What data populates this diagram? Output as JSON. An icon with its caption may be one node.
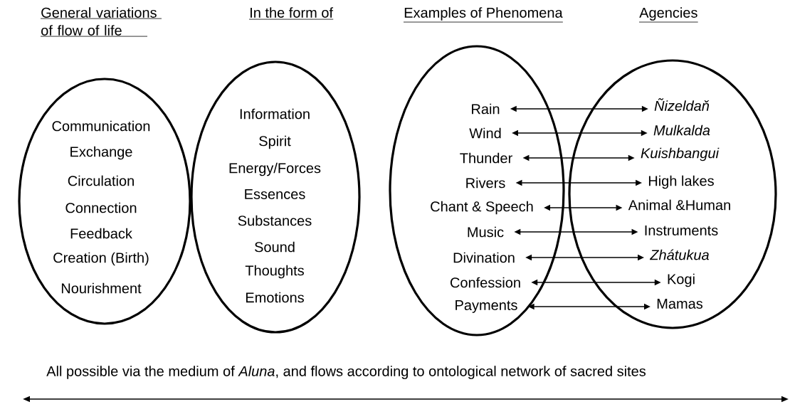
{
  "diagram": {
    "nodes": [
      {
        "text": [
          "Communication",
          "Exchange",
          "Circulation",
          "Connection",
          "Feedback",
          "Creation (Birth)",
          "Nourishment"
        ]
      },
      {
        "text": [
          "Information",
          "Spirit",
          "Energy/Forces",
          "Essences",
          "Substances",
          "Sound",
          "Thoughts",
          "Emotions"
        ]
      },
      {
        "text": [],
        "shape": "ellipse"
      },
      {
        "text": [],
        "shape": "ellipse"
      },
      {
        "text": [
          "Rain"
        ],
        "in": 2
      },
      {
        "text": [
          "Wind"
        ],
        "in": 2
      },
      {
        "text": [
          "Thunder"
        ],
        "in": 2
      },
      {
        "text": [
          "Rivers"
        ],
        "in": 2
      },
      {
        "text": [
          "Chant & Speech"
        ],
        "in": 2
      },
      {
        "text": [
          "Music"
        ],
        "in": 2
      },
      {
        "text": [
          "Divination"
        ],
        "in": 2
      },
      {
        "text": [
          "Confession"
        ],
        "in": 2
      },
      {
        "text": [
          "Payments"
        ],
        "in": 2
      },
      {
        "text": [
          "Ñizeldaň"
        ],
        "in": 3
      },
      {
        "text": [
          "Mulkalda"
        ],
        "in": 3
      },
      {
        "text": [
          "Kuishbangui"
        ],
        "in": 3
      },
      {
        "text": [
          "High lakes"
        ],
        "in": 3
      },
      {
        "text": [
          "Animal &Human"
        ],
        "in": 3
      },
      {
        "text": [
          "Instruments"
        ],
        "in": 3
      },
      {
        "text": [
          "Zhátukua"
        ],
        "in": 3
      },
      {
        "text": [
          "Kogi"
        ],
        "in": 3
      },
      {
        "text": [
          "Mamas"
        ],
        "in": 3
      }
    ],
    "edges": [
      {
        "from": 4,
        "to": 13,
        "arrow": "both"
      },
      {
        "from": 5,
        "to": 14,
        "arrow": "both"
      },
      {
        "from": 6,
        "to": 15,
        "arrow": "both"
      },
      {
        "from": 7,
        "to": 16,
        "arrow": "both"
      },
      {
        "from": 8,
        "to": 17,
        "arrow": "both"
      },
      {
        "from": 9,
        "to": 18,
        "arrow": "both"
      },
      {
        "from": 10,
        "to": 19,
        "arrow": "both"
      },
      {
        "from": 11,
        "to": 20,
        "arrow": "both"
      },
      {
        "from": 12,
        "to": 21,
        "arrow": "both"
      }
    ],
    "labels": [
      "General variations of flow of life",
      "In the form of",
      "Examples of Phenomena",
      "Agencies",
      "All possible via the medium of *Aluna*, and flows according to ontological network of sacred sites"
    ]
  }
}
